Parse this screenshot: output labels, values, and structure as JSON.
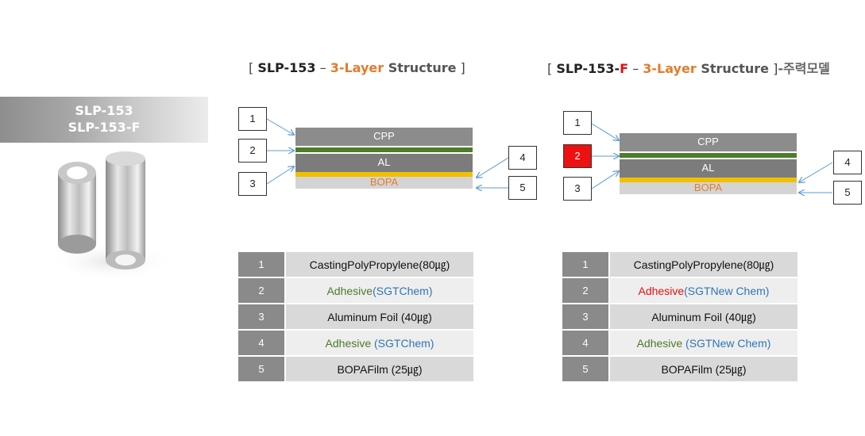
{
  "product": {
    "name1": "SLP-153",
    "name2": "SLP-153-F"
  },
  "left": {
    "title": {
      "open": "[ ",
      "model": "SLP-153",
      "dash": " – ",
      "layers": "3-Layer",
      "structure": "Structure",
      "close": " ]"
    },
    "callouts": [
      "1",
      "2",
      "3",
      "4",
      "5"
    ],
    "layers": {
      "cpp": "CPP",
      "al": "AL",
      "bopa": "BOPA"
    },
    "table": [
      {
        "num": "1",
        "text": "CastingPolyPropylene(80㎍)"
      },
      {
        "num": "2",
        "text_a": "Adhesive",
        "text_b": "(SGTChem)"
      },
      {
        "num": "3",
        "text": "Aluminum Foil (40㎍)"
      },
      {
        "num": "4",
        "text_a": "Adhesive",
        "text_b": " (SGTChem)"
      },
      {
        "num": "5",
        "text": "BOPAFilm (25㎍)"
      }
    ]
  },
  "right": {
    "title": {
      "open": "[ ",
      "model": "SLP-153-",
      "suffix": "F",
      "dash": " – ",
      "layers": "3-Layer",
      "structure": "Structure",
      "close": " ]",
      "note": "-주력모델"
    },
    "callouts": [
      "1",
      "2",
      "3",
      "4",
      "5"
    ],
    "layers": {
      "cpp": "CPP",
      "al": "AL",
      "bopa": "BOPA"
    },
    "table": [
      {
        "num": "1",
        "text": "CastingPolyPropylene(80㎍)"
      },
      {
        "num": "2",
        "text_a": "Adhesive",
        "text_b": "(SGTNew Chem)"
      },
      {
        "num": "3",
        "text": "Aluminum Foil (40㎍)"
      },
      {
        "num": "4",
        "text_a": "Adhesive",
        "text_b": " (SGTNew Chem)"
      },
      {
        "num": "5",
        "text": "BOPAFilm (25㎍)"
      }
    ]
  },
  "colors": {
    "accent_orange": "#e47b2a",
    "highlight_red": "#ee1111",
    "adhesive_green": "#4d7c2a",
    "supplier_blue": "#2e75b6"
  }
}
